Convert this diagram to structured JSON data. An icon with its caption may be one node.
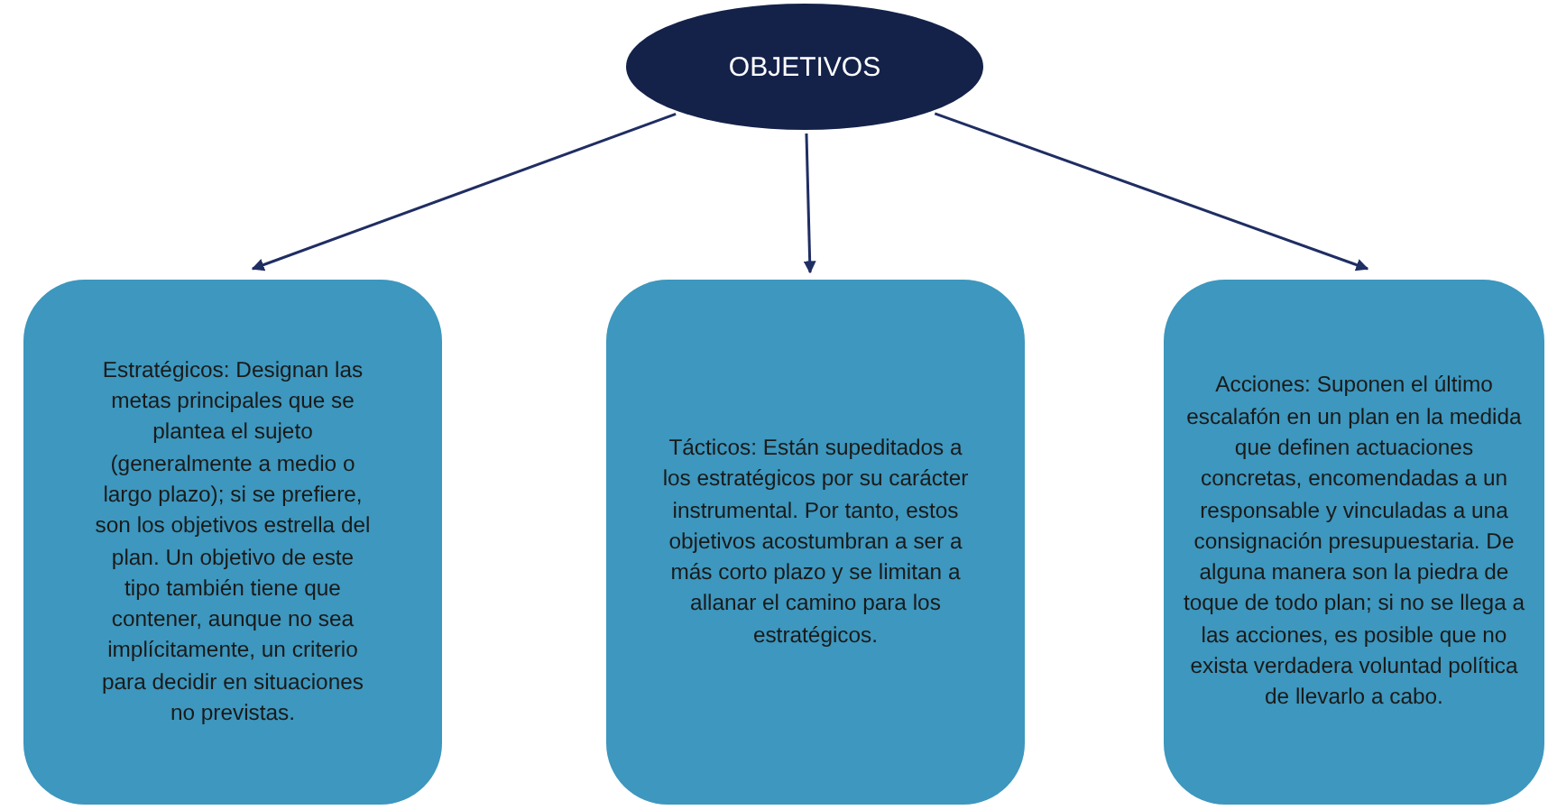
{
  "diagram": {
    "nodes": [
      {
        "text": [
          "OBJETIVOS"
        ]
      },
      {
        "text": [
          "Estratégicos: Designan las metas principales que se plantea el sujeto (generalmente a medio o largo plazo); si se prefiere, son los objetivos estrella del plan. Un objetivo de este tipo también tiene que contener, aunque no sea implícitamente, un criterio para decidir en situaciones no previstas."
        ]
      },
      {
        "text": [
          "Tácticos: Están supeditados a los estratégicos por su carácter instrumental. Por tanto, estos objetivos acostumbran a ser a más corto plazo y se limitan a allanar el camino para los estratégicos."
        ]
      },
      {
        "text": [
          "Acciones: Suponen el último escalafón en un plan en la medida que definen actuaciones concretas, encomendadas a un responsable y vinculadas a una consignación presupuestaria. De alguna manera son la piedra de toque de todo plan; si no se llega a las acciones, es posible que no exista verdadera voluntad política de llevarlo a cabo."
        ]
      }
    ],
    "edges": [
      {
        "from": 0,
        "to": 1,
        "arrow": "to"
      },
      {
        "from": 0,
        "to": 2,
        "arrow": "to"
      },
      {
        "from": 0,
        "to": 3,
        "arrow": "to"
      }
    ]
  }
}
